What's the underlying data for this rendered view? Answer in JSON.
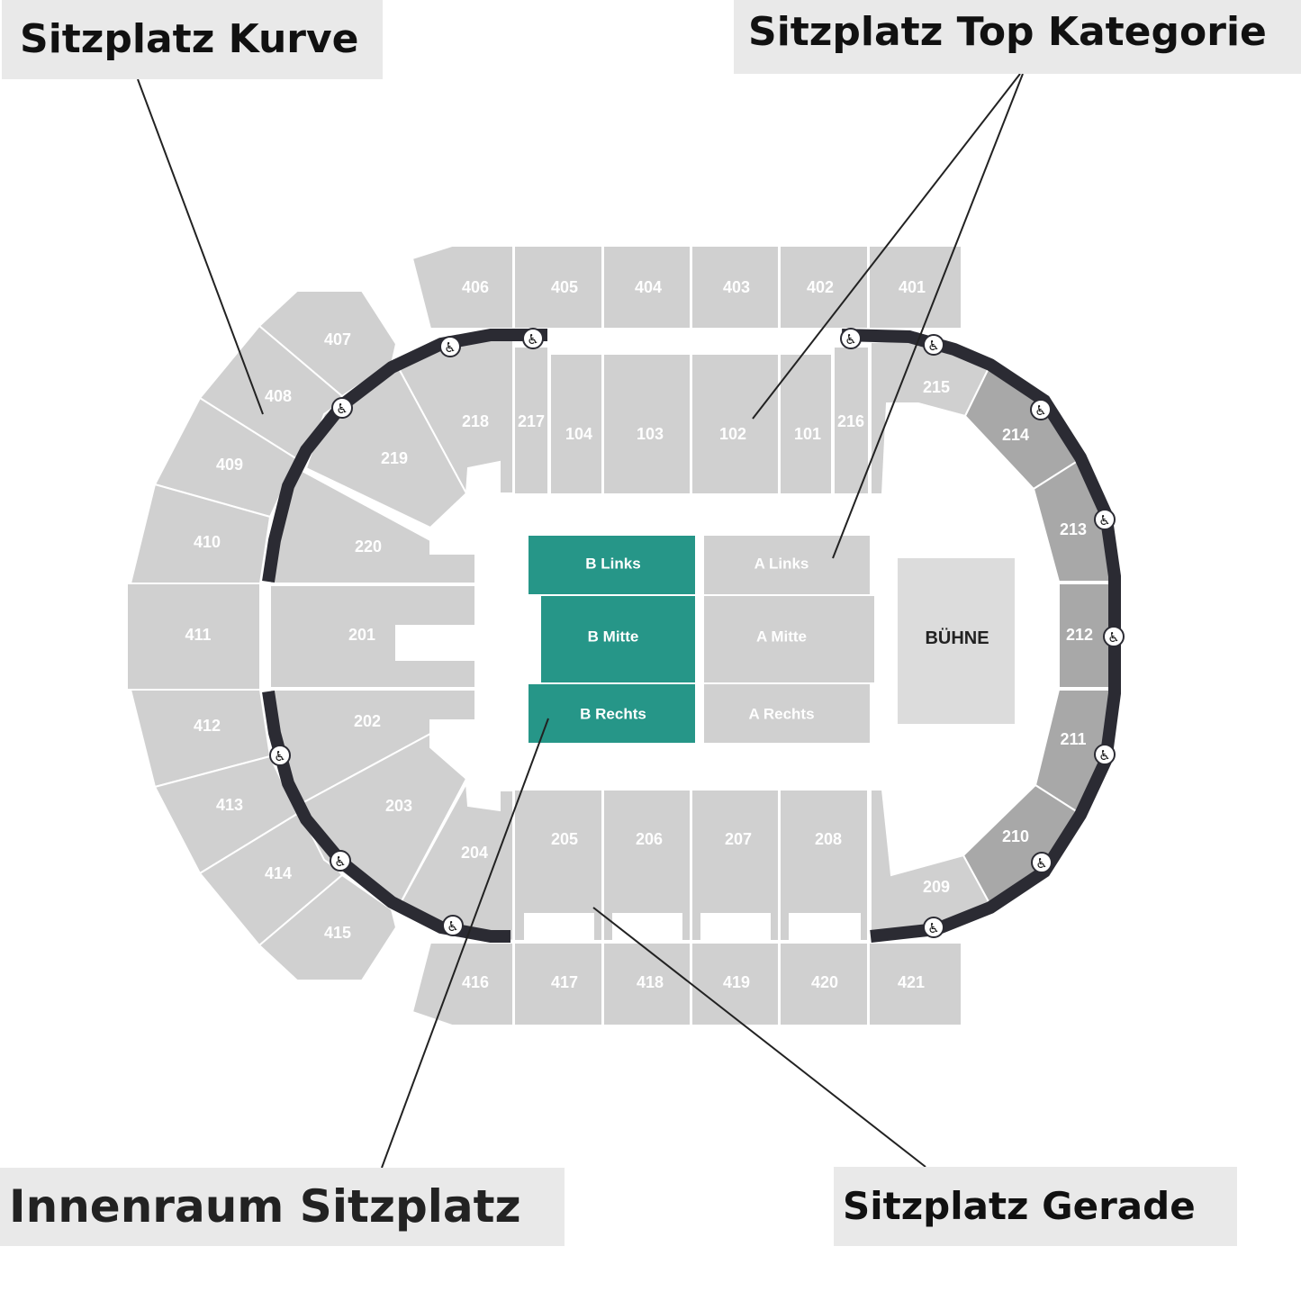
{
  "callouts": {
    "kurve": "Sitzplatz Kurve",
    "top": "Sitzplatz Top Kategorie",
    "innen": "Innenraum Sitzplatz",
    "gerade": "Sitzplatz Gerade"
  },
  "sections": {
    "s406": "406",
    "s405": "405",
    "s404": "404",
    "s403": "403",
    "s402": "402",
    "s401": "401",
    "s407": "407",
    "s408": "408",
    "s409": "409",
    "s410": "410",
    "s411": "411",
    "s412": "412",
    "s413": "413",
    "s414": "414",
    "s415": "415",
    "s416": "416",
    "s417": "417",
    "s418": "418",
    "s419": "419",
    "s420": "420",
    "s421": "421",
    "s218": "218",
    "s217": "217",
    "s104": "104",
    "s103": "103",
    "s102": "102",
    "s101": "101",
    "s216": "216",
    "s215": "215",
    "s214": "214",
    "s213": "213",
    "s212": "212",
    "s211": "211",
    "s210": "210",
    "s209": "209",
    "s219": "219",
    "s220": "220",
    "s201": "201",
    "s202": "202",
    "s203": "203",
    "s204": "204",
    "s205": "205",
    "s206": "206",
    "s207": "207",
    "s208": "208"
  },
  "floor": {
    "b_links": "B Links",
    "b_mitte": "B Mitte",
    "b_rechts": "B Rechts",
    "a_links": "A Links",
    "a_mitte": "A Mitte",
    "a_rechts": "A Rechts"
  },
  "stage": "BÜHNE",
  "colors": {
    "section": "#d0d0d0",
    "section_dark": "#a8a8a8",
    "floor_highlight": "#269688",
    "ring": "#2b2b33",
    "stage": "#dcdcdc",
    "callout_bg": "#e9e9e9"
  },
  "icons": {
    "accessible": "wheelchair-icon"
  }
}
